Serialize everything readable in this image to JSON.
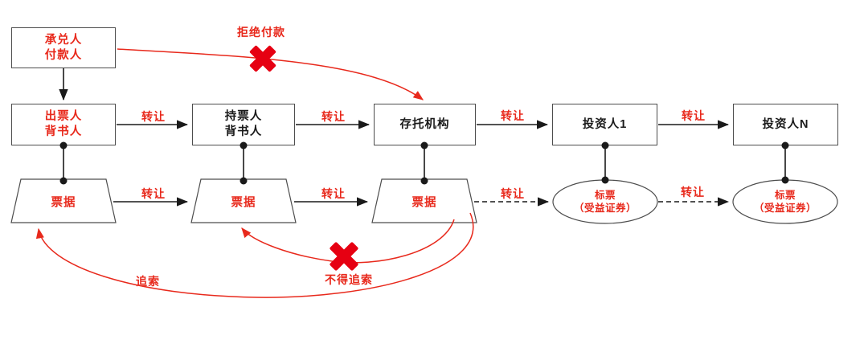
{
  "diagram": {
    "nodes": {
      "acceptor": {
        "line1": "承兑人",
        "line2": "付款人"
      },
      "drawer": {
        "line1": "出票人",
        "line2": "背书人"
      },
      "holder": {
        "line1": "持票人",
        "line2": "背书人"
      },
      "depository": {
        "label": "存托机构"
      },
      "investor1": {
        "label": "投资人1"
      },
      "investor_n": {
        "label": "投资人N"
      },
      "bill": {
        "label": "票据"
      },
      "note": {
        "line1": "标票",
        "line2": "（受益证券）"
      }
    },
    "edge_labels": {
      "transfer": "转让",
      "refuse_payment": "拒绝付款",
      "recourse": "追索",
      "no_recourse": "不得追索"
    },
    "colors": {
      "red": "#e8291c",
      "x_red": "#e60012",
      "ink": "#1a1a1a",
      "border": "#4d4d4d",
      "bg": "#ffffff"
    }
  }
}
